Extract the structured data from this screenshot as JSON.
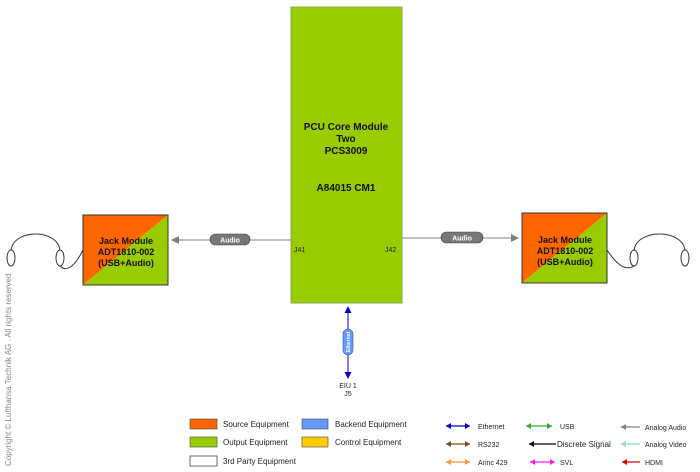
{
  "core_module": {
    "line1": "PCU Core Module",
    "line2": "Two",
    "line3": "PCS3009",
    "part": "A84015 CM1",
    "pin_left": "J41",
    "pin_right": "J42"
  },
  "jack_left": {
    "line1": "Jack Module",
    "line2": "ADT1810-002",
    "line3": "(USB+Audio)"
  },
  "jack_right": {
    "line1": "Jack Module",
    "line2": "ADT1810-002",
    "line3": "(USB+Audio)"
  },
  "links": {
    "audio_left": "Audio",
    "audio_right": "Audio",
    "ethernet_vertical": "Ethernet"
  },
  "eiu": {
    "line1": "EIU 1",
    "line2": "J5"
  },
  "copyright": "Copyright © Lufthansa Technik AG . All rights reserved",
  "legend": {
    "source": "Source Equipment",
    "output": "Output Equipment",
    "third_party": "3rd Party Equipment",
    "backend": "Backend Equipment",
    "control": "Control Equipment",
    "ethernet": "Ethernet",
    "rs232": "RS232",
    "arinc": "Arinc 429",
    "usb": "USB",
    "discrete": "Discrete Signal",
    "svl": "SVL",
    "analog_audio": "Analog Audio",
    "analog_video": "Analog Video",
    "hdmi": "HDMI"
  },
  "colors": {
    "output_green": "#99cc00",
    "source_orange": "#ff6600",
    "backend_blue": "#6699ff",
    "control_yellow": "#ffcc00",
    "audio_grey": "#808080",
    "ethernet_blue": "#0000cc",
    "rs232_brown": "#7a4a1a",
    "arinc_orange": "#ff9933",
    "usb_green": "#33aa33",
    "discrete_black": "#000000",
    "svl_magenta": "#ee22ee",
    "analog_video_cyan": "#88dddd",
    "hdmi_red": "#dd0000"
  }
}
